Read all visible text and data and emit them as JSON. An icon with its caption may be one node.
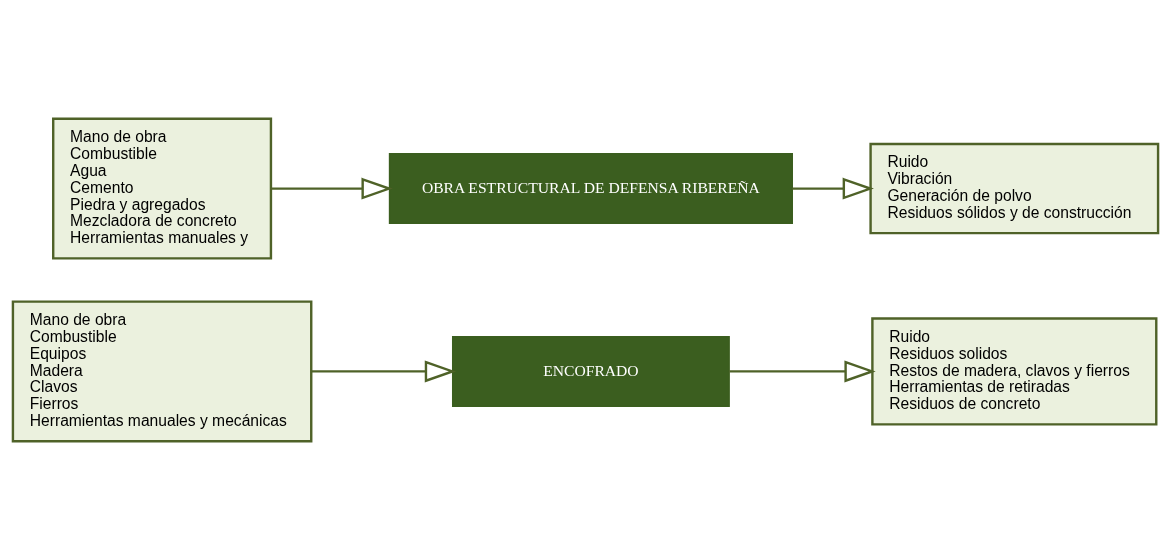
{
  "diagram": {
    "nodes": [
      {
        "text": [
          "Mano de obra",
          "Combustible",
          "Equipos",
          "Madera",
          "Clavos",
          "Fierros",
          "Herramientas manuales y mecánicas"
        ]
      },
      {
        "text": [
          "ENCOFRADO"
        ]
      },
      {
        "text": [
          "Ruido",
          "Residuos solidos",
          "Restos de madera, clavos y fierros",
          "Herramientas de retiradas",
          "Residuos de concreto"
        ]
      },
      {
        "text": [
          "Mano de obra",
          "Combustible",
          "Agua",
          "Cemento",
          "Piedra y agregados",
          "Mezcladora de concreto",
          "Herramientas manuales y"
        ]
      },
      {
        "text": [
          "OBRA ESTRUCTURAL DE DEFENSA RIBEREÑA"
        ]
      },
      {
        "text": [
          "Ruido",
          "Vibración",
          "Generación de polvo",
          "Residuos sólidos y de construcción"
        ]
      }
    ],
    "edges": [
      {
        "from": 0,
        "to": 1,
        "arrow": "to"
      },
      {
        "from": 1,
        "to": 2,
        "arrow": "to"
      },
      {
        "from": 3,
        "to": 4,
        "arrow": "to"
      },
      {
        "from": 4,
        "to": 5,
        "arrow": "to"
      }
    ]
  }
}
